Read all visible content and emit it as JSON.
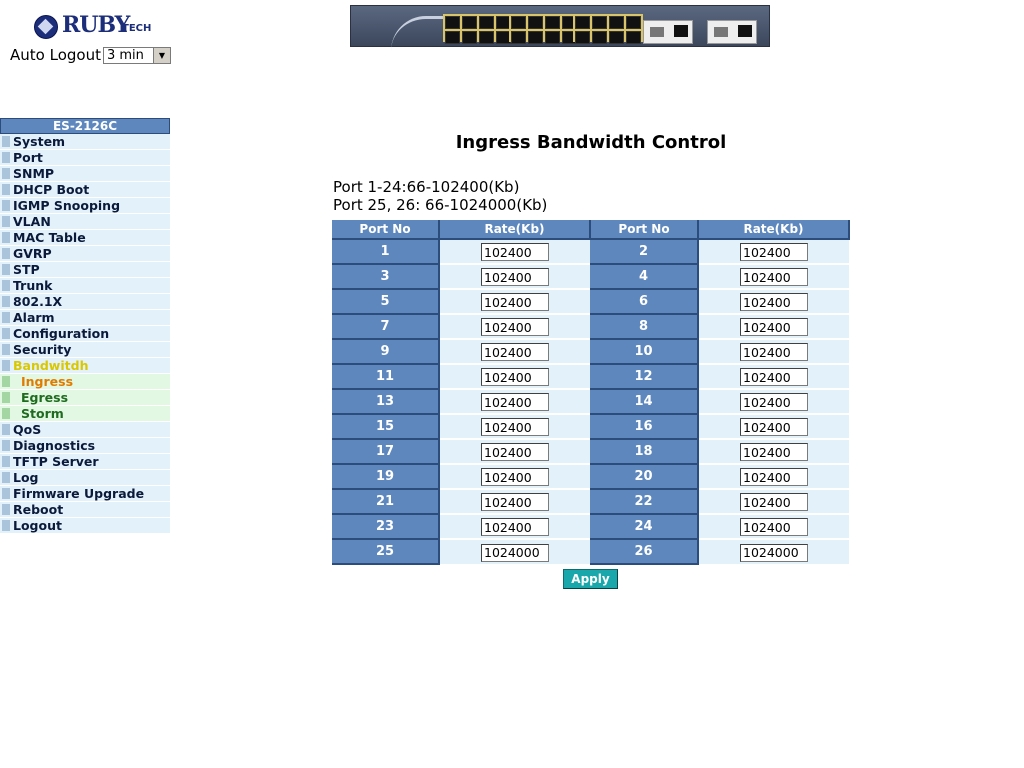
{
  "header": {
    "logo_text": "RUBY",
    "logo_sub": "TECH",
    "auto_logout_label": "Auto Logout",
    "auto_logout_value": "3 min"
  },
  "sidebar": {
    "title": "ES-2126C",
    "items": [
      "System",
      "Port",
      "SNMP",
      "DHCP Boot",
      "IGMP Snooping",
      "VLAN",
      "MAC Table",
      "GVRP",
      "STP",
      "Trunk",
      "802.1X",
      "Alarm",
      "Configuration",
      "Security",
      "Bandwitdh"
    ],
    "subitems": [
      "Ingress",
      "Egress",
      "Storm"
    ],
    "items_after": [
      "QoS",
      "Diagnostics",
      "TFTP Server",
      "Log",
      "Firmware Upgrade",
      "Reboot",
      "Logout"
    ]
  },
  "main": {
    "title": "Ingress Bandwidth Control",
    "range1": "Port 1-24:66-102400(Kb)",
    "range2": "Port 25, 26: 66-1024000(Kb)",
    "headers": [
      "Port No",
      "Rate(Kb)",
      "Port No",
      "Rate(Kb)"
    ],
    "rows": [
      {
        "p1": "1",
        "r1": "102400",
        "p2": "2",
        "r2": "102400"
      },
      {
        "p1": "3",
        "r1": "102400",
        "p2": "4",
        "r2": "102400"
      },
      {
        "p1": "5",
        "r1": "102400",
        "p2": "6",
        "r2": "102400"
      },
      {
        "p1": "7",
        "r1": "102400",
        "p2": "8",
        "r2": "102400"
      },
      {
        "p1": "9",
        "r1": "102400",
        "p2": "10",
        "r2": "102400"
      },
      {
        "p1": "11",
        "r1": "102400",
        "p2": "12",
        "r2": "102400"
      },
      {
        "p1": "13",
        "r1": "102400",
        "p2": "14",
        "r2": "102400"
      },
      {
        "p1": "15",
        "r1": "102400",
        "p2": "16",
        "r2": "102400"
      },
      {
        "p1": "17",
        "r1": "102400",
        "p2": "18",
        "r2": "102400"
      },
      {
        "p1": "19",
        "r1": "102400",
        "p2": "20",
        "r2": "102400"
      },
      {
        "p1": "21",
        "r1": "102400",
        "p2": "22",
        "r2": "102400"
      },
      {
        "p1": "23",
        "r1": "102400",
        "p2": "24",
        "r2": "102400"
      },
      {
        "p1": "25",
        "r1": "1024000",
        "p2": "26",
        "r2": "1024000"
      }
    ],
    "apply_label": "Apply"
  }
}
